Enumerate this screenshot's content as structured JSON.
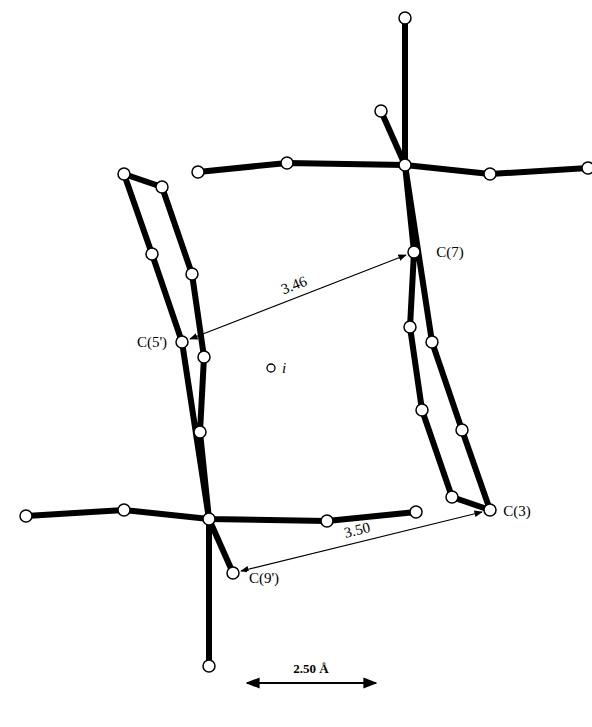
{
  "diagram": {
    "labels": [
      "C(7)",
      "C(5')",
      "C(3)",
      "C(9')",
      "3.46",
      "3.50",
      "i",
      "2.50 Å"
    ]
  }
}
